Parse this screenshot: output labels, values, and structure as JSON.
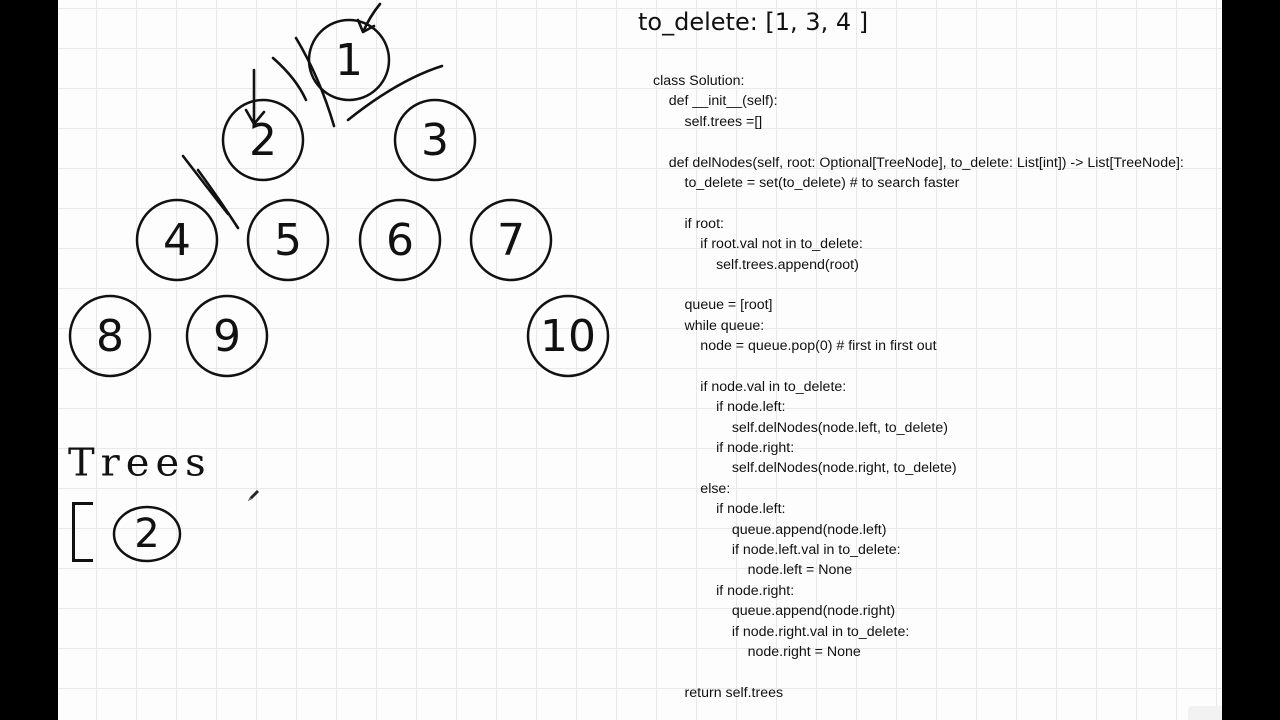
{
  "header": {
    "to_delete_title": "to_delete: [1, 3, 4 ]"
  },
  "tree": {
    "nodes": [
      {
        "label": "1"
      },
      {
        "label": "2"
      },
      {
        "label": "3"
      },
      {
        "label": "4"
      },
      {
        "label": "5"
      },
      {
        "label": "6"
      },
      {
        "label": "7"
      },
      {
        "label": "8"
      },
      {
        "label": "9"
      },
      {
        "label": "10"
      }
    ]
  },
  "trees_result": {
    "label": "Trees",
    "items": [
      "2"
    ]
  },
  "code": {
    "lines": [
      "class Solution:",
      "    def __init__(self):",
      "        self.trees =[]",
      "",
      "    def delNodes(self, root: Optional[TreeNode], to_delete: List[int]) -> List[TreeNode]:",
      "        to_delete = set(to_delete) # to search faster",
      "",
      "        if root:",
      "            if root.val not in to_delete:",
      "                self.trees.append(root)",
      "",
      "        queue = [root]",
      "        while queue:",
      "            node = queue.pop(0) # first in first out",
      "",
      "            if node.val in to_delete:",
      "                if node.left:",
      "                    self.delNodes(node.left, to_delete)",
      "                if node.right:",
      "                    self.delNodes(node.right, to_delete)",
      "            else:",
      "                if node.left:",
      "                    queue.append(node.left)",
      "                    if node.left.val in to_delete:",
      "                        node.left = None",
      "                if node.right:",
      "                    queue.append(node.right)",
      "                    if node.right.val in to_delete:",
      "                        node.right = None",
      "",
      "        return self.trees"
    ]
  },
  "icons": {
    "cursor": "pen-cursor-icon"
  }
}
